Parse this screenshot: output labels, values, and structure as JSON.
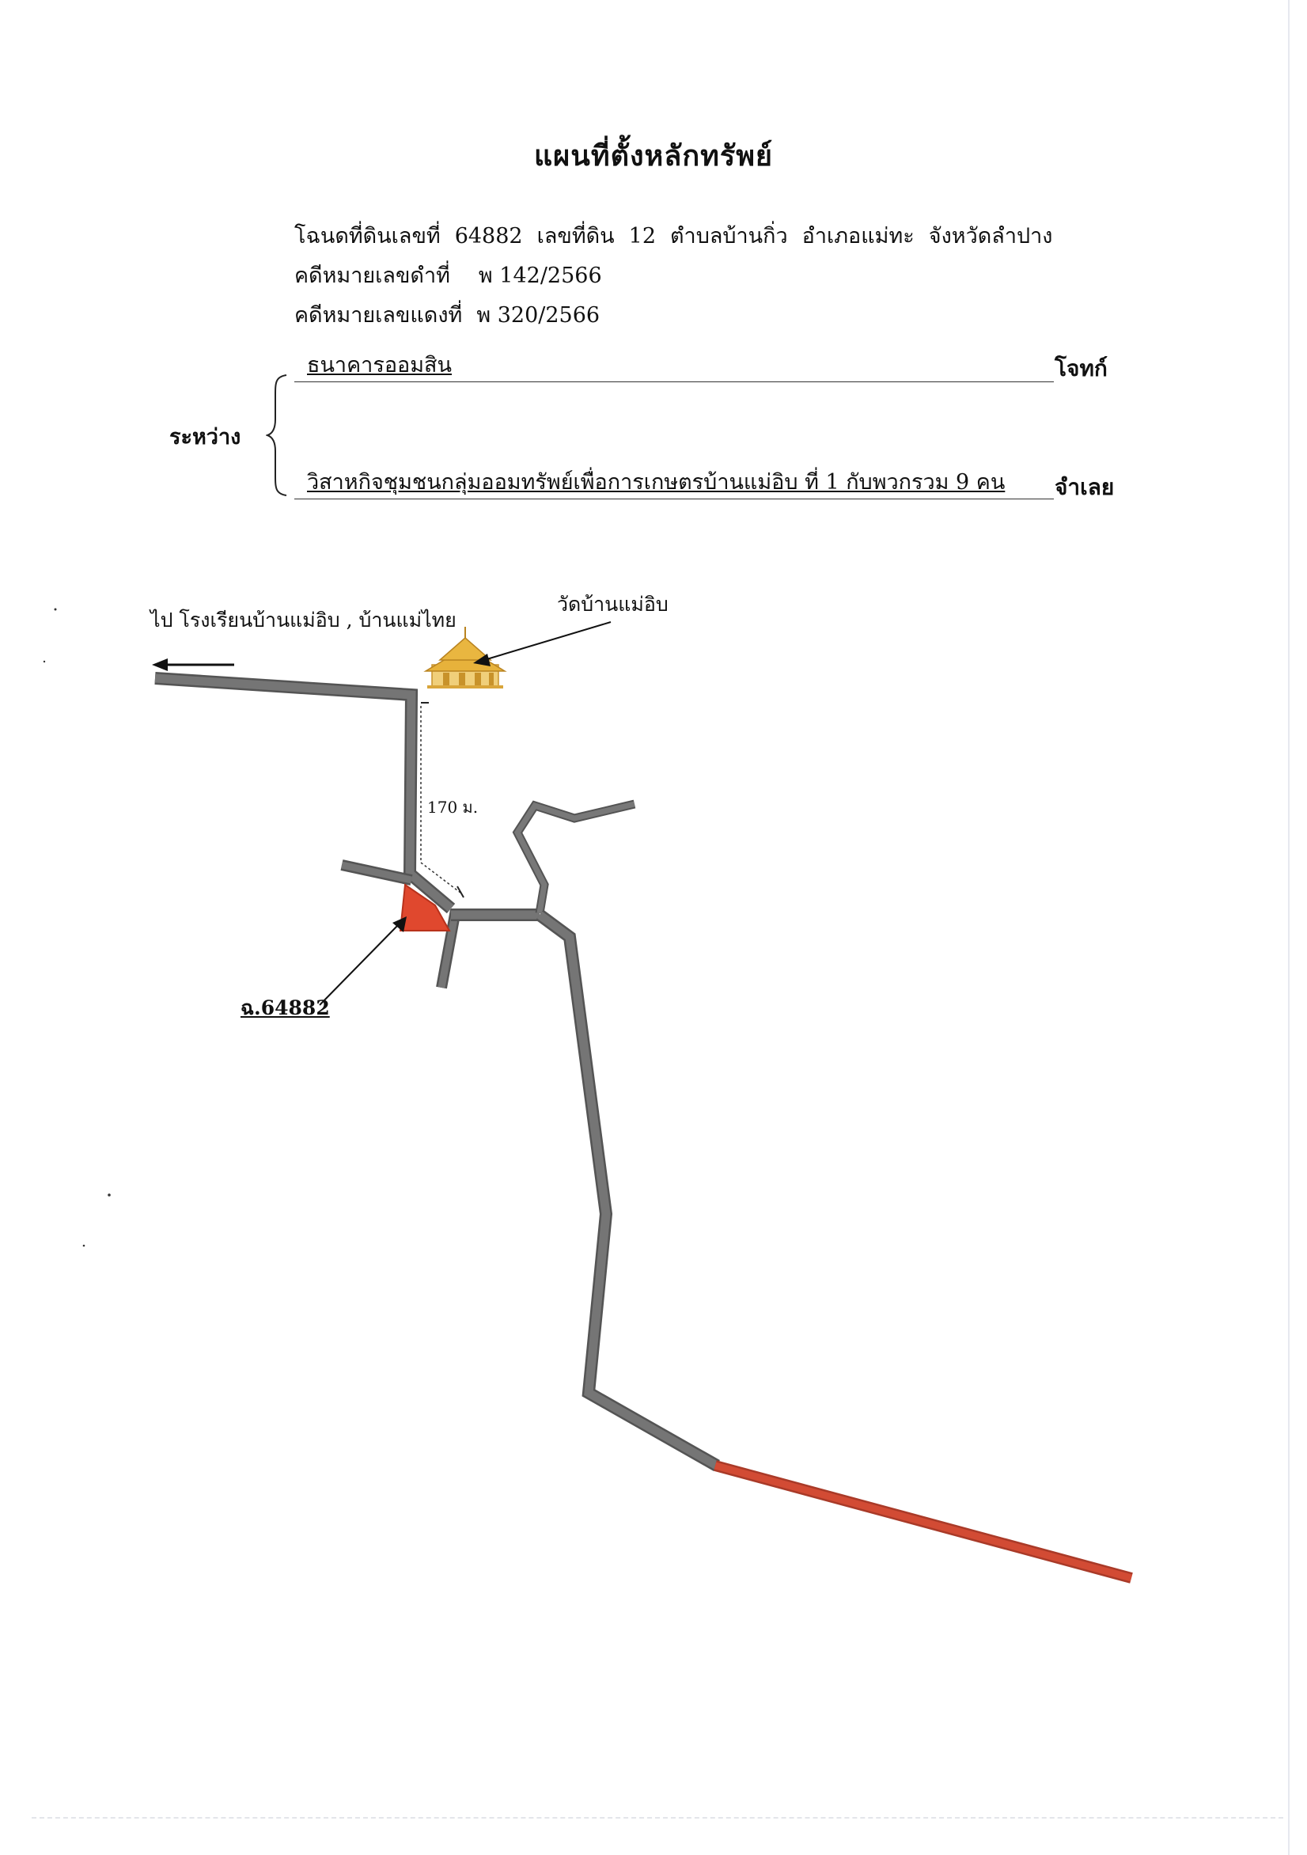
{
  "document": {
    "title": "แผนที่ตั้งหลักทรัพย์",
    "deed_line": {
      "deed_label": "โฉนดที่ดินเลขที่",
      "deed_number": "64882",
      "land_label": "เลขที่ดิน",
      "land_number": "12",
      "subdistrict": "ตำบลบ้านกิ่ว",
      "district": "อำเภอแม่ทะ",
      "province": "จังหวัดลำปาง"
    },
    "black_case": {
      "label": "คดีหมายเลขดำที่",
      "value": "พ 142/2566"
    },
    "red_case": {
      "label": "คดีหมายเลขแดงที่",
      "value": "พ 320/2566"
    },
    "between_label": "ระหว่าง",
    "plaintiff": {
      "name": "ธนาคารออมสิน",
      "role": "โจทก์"
    },
    "defendant": {
      "name": "วิสาหกิจชุมชนกลุ่มออมทรัพย์เพื่อการเกษตรบ้านแม่อิบ  ที่  1  กับพวกรวม 9 คน",
      "role": "จำเลย"
    }
  },
  "map": {
    "direction_label": "ไป โรงเรียนบ้านแม่อิบ , บ้านแม่ไทย",
    "temple_label": "วัดบ้านแม่อิบ",
    "temple_icon": "temple-icon",
    "distance_label": "170 ม.",
    "deed_label": "ฉ.64882",
    "colors": {
      "road": "#6e6e6e",
      "road_edge": "#4a4a4a",
      "property": "#e0482e",
      "highlighted_road": "#d24b34",
      "temple_gold": "#e7b23b"
    }
  }
}
